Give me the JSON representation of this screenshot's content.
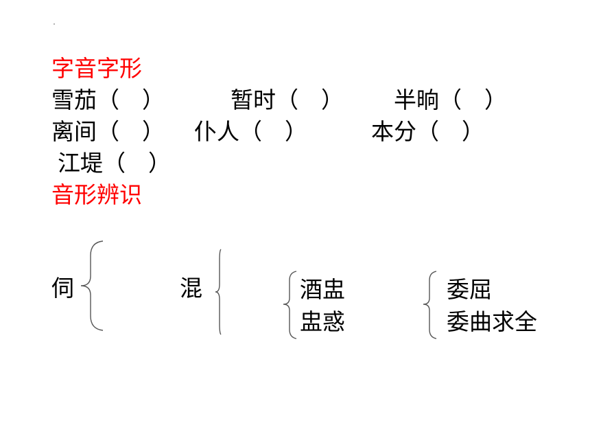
{
  "section1": {
    "heading": "字音字形",
    "heading_color": "#ff0000",
    "items": [
      "雪茄（　）",
      "暂时（　）",
      "半晌（　）",
      "离间（　）",
      "仆人（　）",
      "本分（　）",
      "江堤（　）"
    ]
  },
  "section2": {
    "heading": "音形辨识",
    "heading_color": "#ff0000",
    "groups": [
      {
        "char": "伺",
        "words": []
      },
      {
        "char": "混",
        "words": []
      },
      {
        "char": "",
        "words": [
          "酒盅",
          "盅惑"
        ]
      },
      {
        "char": "",
        "words": [
          "委屈",
          "委曲求全"
        ]
      }
    ]
  }
}
